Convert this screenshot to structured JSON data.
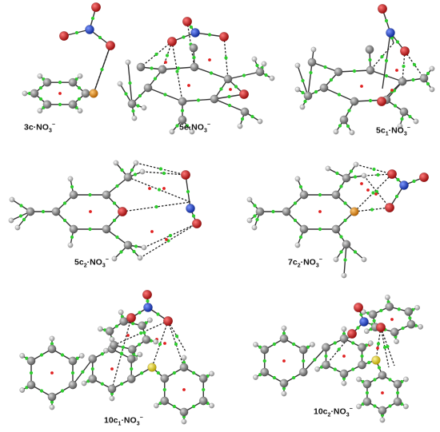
{
  "panels": [
    {
      "id": "3c",
      "label_main": "3c·NO",
      "sub": "3",
      "sup": "−",
      "sub2": "",
      "tail": ""
    },
    {
      "id": "5e",
      "label_main": "5e·NO",
      "sub": "3",
      "sup": "−",
      "sub2": "",
      "tail": ""
    },
    {
      "id": "5c1",
      "label_main": "5c",
      "sub2": "1",
      "tail": "·NO",
      "sub": "3",
      "sup": "−"
    },
    {
      "id": "5c2",
      "label_main": "5c",
      "sub2": "2",
      "tail": "·NO",
      "sub": "3",
      "sup": "−"
    },
    {
      "id": "7c2",
      "label_main": "7c",
      "sub2": "2",
      "tail": "·NO",
      "sub": "3",
      "sup": "−"
    },
    {
      "id": "10c1",
      "label_main": "10c",
      "sub2": "1",
      "tail": "·NO",
      "sub": "3",
      "sup": "−"
    },
    {
      "id": "10c2",
      "label_main": "10c",
      "sub2": "2",
      "tail": "·NO",
      "sub": "3",
      "sup": "−"
    }
  ],
  "colors": {
    "carbon": "#7a7a7a",
    "hydrogen": "#bdbdbd",
    "oxygen": "#d01818",
    "nitrogen": "#1a3fc8",
    "phosphorus": "#e08a1e",
    "sulfur": "#e6d21a",
    "bcp": "#2ecc2e",
    "rcp": "#e02020",
    "bond": "#333333",
    "hbond": "#222222"
  }
}
